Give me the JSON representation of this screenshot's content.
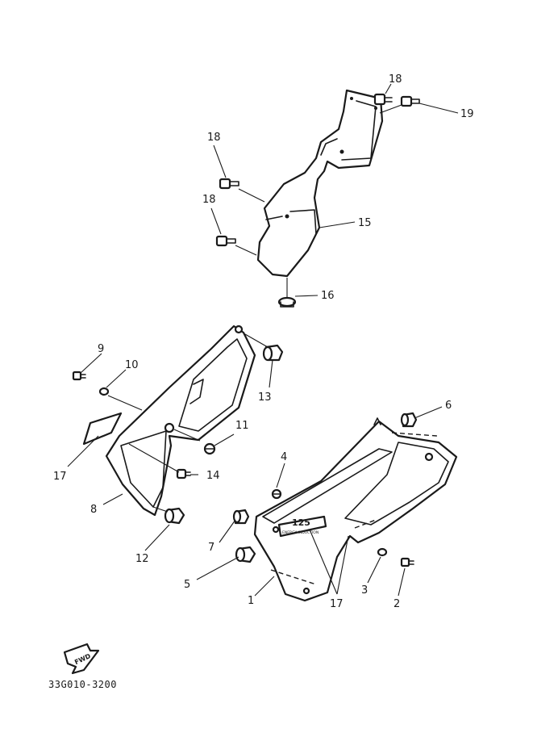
{
  "drawing_number": "33G010-3200",
  "emblem": {
    "number": "125",
    "caption": "ENERGY INDUCTION"
  },
  "fwd_marker": "FWD",
  "callouts": [
    {
      "id": "c18a",
      "label": "18"
    },
    {
      "id": "c19",
      "label": "19"
    },
    {
      "id": "c18b",
      "label": "18"
    },
    {
      "id": "c18c",
      "label": "18"
    },
    {
      "id": "c15",
      "label": "15"
    },
    {
      "id": "c16",
      "label": "16"
    },
    {
      "id": "c9",
      "label": "9"
    },
    {
      "id": "c10",
      "label": "10"
    },
    {
      "id": "c13",
      "label": "13"
    },
    {
      "id": "c17a",
      "label": "17"
    },
    {
      "id": "c11",
      "label": "11"
    },
    {
      "id": "c14",
      "label": "14"
    },
    {
      "id": "c8",
      "label": "8"
    },
    {
      "id": "c12",
      "label": "12"
    },
    {
      "id": "c6",
      "label": "6"
    },
    {
      "id": "c4",
      "label": "4"
    },
    {
      "id": "c7",
      "label": "7"
    },
    {
      "id": "c5",
      "label": "5"
    },
    {
      "id": "c1",
      "label": "1"
    },
    {
      "id": "c17b",
      "label": "17"
    },
    {
      "id": "c3",
      "label": "3"
    },
    {
      "id": "c2",
      "label": "2"
    }
  ]
}
